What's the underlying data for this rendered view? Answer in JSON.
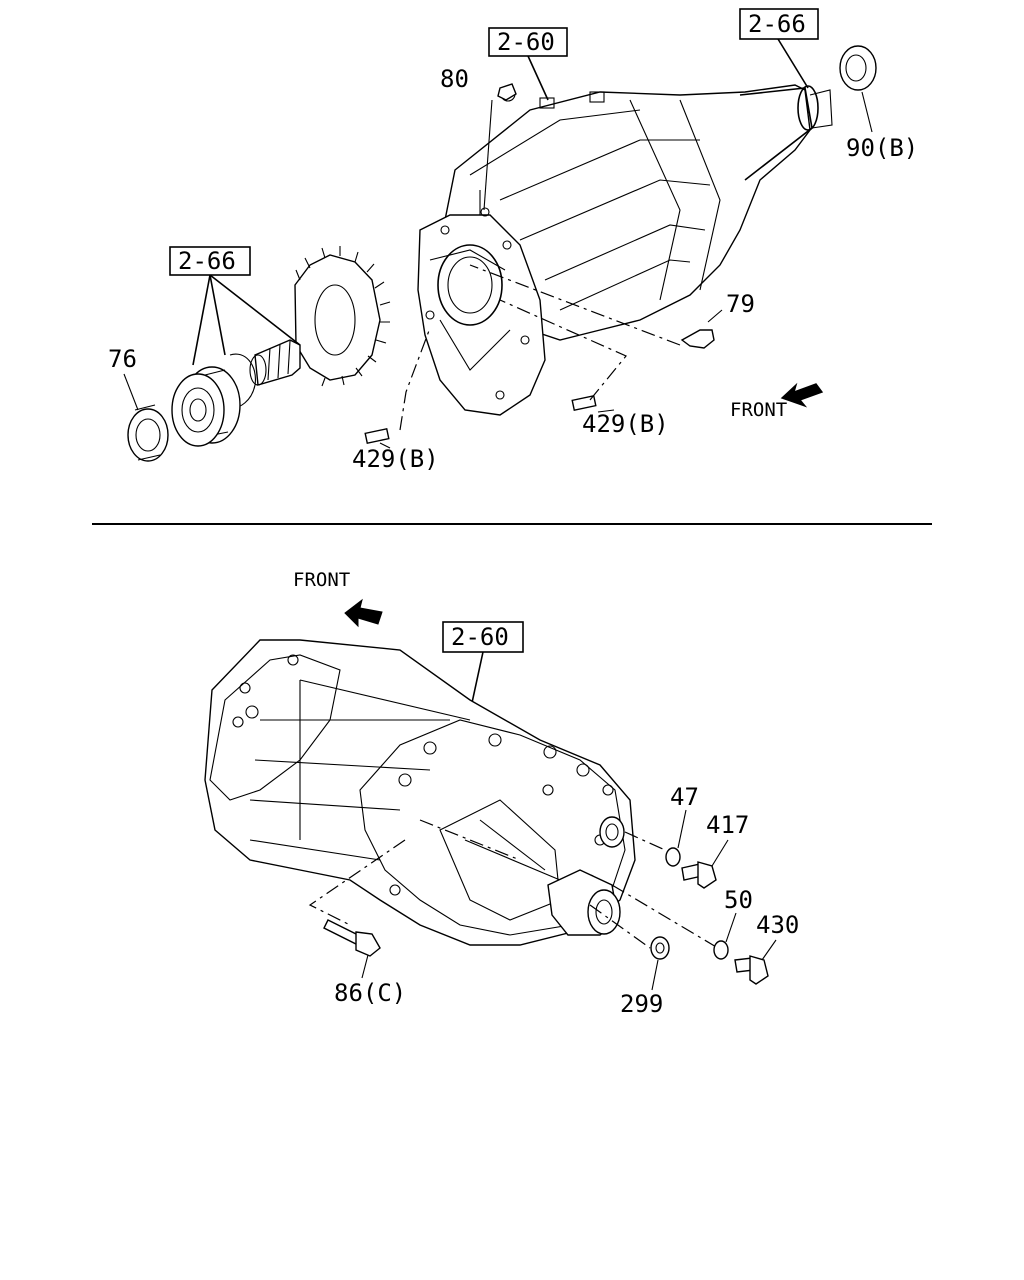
{
  "top_diagram": {
    "ref_2_60": "2-60",
    "ref_2_66_top": "2-66",
    "ref_2_66_left": "2-66",
    "part_80": "80",
    "part_90b": "90(B)",
    "part_79": "79",
    "part_76": "76",
    "part_429b_right": "429(B)",
    "part_429b_left": "429(B)",
    "front": "FRONT"
  },
  "bottom_diagram": {
    "ref_2_60": "2-60",
    "front": "FRONT",
    "part_47": "47",
    "part_417": "417",
    "part_50": "50",
    "part_430": "430",
    "part_86c": "86(C)",
    "part_299": "299"
  }
}
